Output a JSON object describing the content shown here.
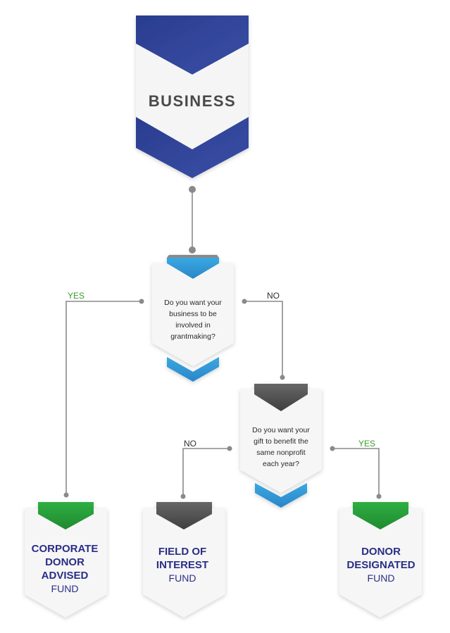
{
  "start": {
    "title": "BUSINESS"
  },
  "question1": {
    "lines": [
      "Do you want your",
      "business to be",
      "involved in",
      "grantmaking?"
    ]
  },
  "question2": {
    "lines": [
      "Do you want your",
      "gift to benefit the",
      "same nonprofit",
      "each year?"
    ]
  },
  "edges": {
    "q1_yes": "YES",
    "q1_no": "NO",
    "q2_no": "NO",
    "q2_yes": "YES"
  },
  "outcomes": {
    "corporate": {
      "lines": [
        "CORPORATE",
        "DONOR",
        "ADVISED"
      ],
      "sub": "FUND"
    },
    "field": {
      "lines": [
        "FIELD OF",
        "INTEREST"
      ],
      "sub": "FUND"
    },
    "designated": {
      "lines": [
        "DONOR",
        "DESIGNATED"
      ],
      "sub": "FUND"
    }
  },
  "colors": {
    "blue_dark": "#2a3d8f",
    "blue_light": "#2e9bd6",
    "green": "#2a9a3a",
    "gray_dark": "#555555",
    "yes_text": "#3a9a2a",
    "no_text": "#2f2f2f",
    "title_text": "#2b2f86",
    "line": "#8a8a8a"
  }
}
